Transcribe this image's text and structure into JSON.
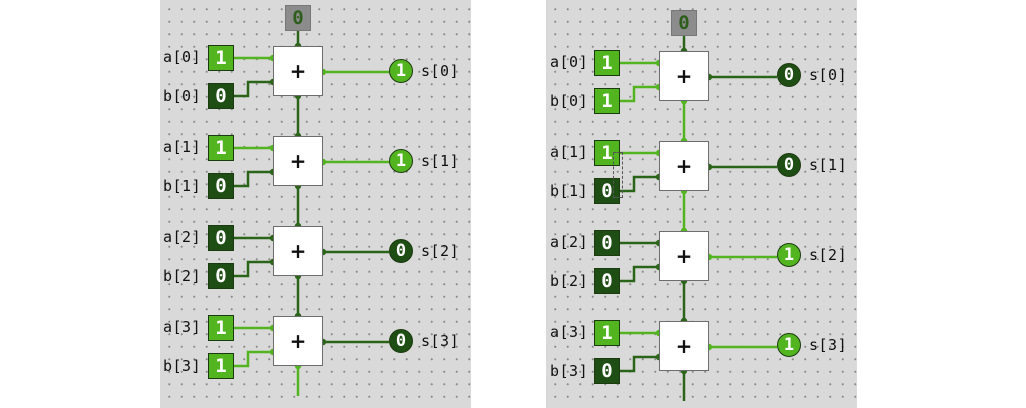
{
  "colors": {
    "wire_on": "#52b51f",
    "wire_off": "#2a6418",
    "pin_on": "#52b51f",
    "pin_off": "#1f4e14"
  },
  "circuits": [
    {
      "carry_in": "0",
      "bits": [
        {
          "a_label": "a[0]",
          "b_label": "b[0]",
          "a": "1",
          "b": "0",
          "s_label": "s[0]",
          "s": "1",
          "adder": "+"
        },
        {
          "a_label": "a[1]",
          "b_label": "b[1]",
          "a": "1",
          "b": "0",
          "s_label": "s[1]",
          "s": "1",
          "adder": "+"
        },
        {
          "a_label": "a[2]",
          "b_label": "b[2]",
          "a": "0",
          "b": "0",
          "s_label": "s[2]",
          "s": "0",
          "adder": "+"
        },
        {
          "a_label": "a[3]",
          "b_label": "b[3]",
          "a": "1",
          "b": "1",
          "s_label": "s[3]",
          "s": "0",
          "adder": "+"
        }
      ]
    },
    {
      "carry_in": "0",
      "bits": [
        {
          "a_label": "a[0]",
          "b_label": "b[0]",
          "a": "1",
          "b": "1",
          "s_label": "s[0]",
          "s": "0",
          "adder": "+"
        },
        {
          "a_label": "a[1]",
          "b_label": "b[1]",
          "a": "1",
          "b": "0",
          "s_label": "s[1]",
          "s": "0",
          "adder": "+"
        },
        {
          "a_label": "a[2]",
          "b_label": "b[2]",
          "a": "0",
          "b": "0",
          "s_label": "s[2]",
          "s": "1",
          "adder": "+"
        },
        {
          "a_label": "a[3]",
          "b_label": "b[3]",
          "a": "1",
          "b": "0",
          "s_label": "s[3]",
          "s": "1",
          "adder": "+"
        }
      ]
    }
  ]
}
